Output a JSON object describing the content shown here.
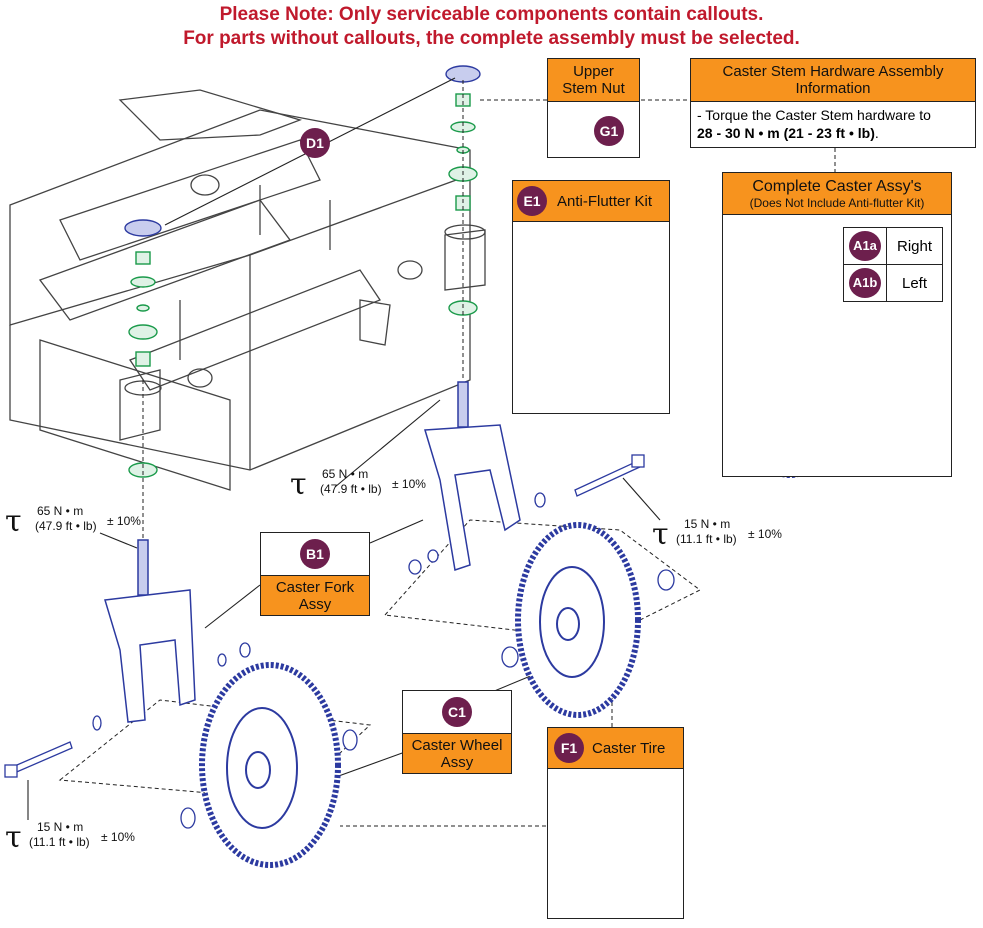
{
  "notes": [
    "Please Note: Only serviceable components contain callouts.",
    "For parts without callouts, the complete assembly must be selected."
  ],
  "colors": {
    "note": "#c0192c",
    "header": "#f7931e",
    "badge": "#6d1f4d",
    "part_green": "#1a9a4a",
    "part_blue": "#2c3aa0"
  },
  "callouts": {
    "upper_stem_nut": {
      "badge": "G1",
      "label_line1": "Upper",
      "label_line2": "Stem Nut"
    },
    "hardware_info": {
      "title_line1": "Caster Stem Hardware Assembly",
      "title_line2": "Information",
      "body": "- Torque the Caster Stem hardware to",
      "body_bold": "28 - 30 N • m (21 - 23 ft • lb)",
      "body_end": "."
    },
    "anti_flutter": {
      "badge": "E1",
      "label": "Anti-Flutter Kit"
    },
    "complete_caster": {
      "title": "Complete Caster Assy's",
      "subtitle": "(Does Not Include Anti-flutter Kit)",
      "rows": [
        {
          "badge": "A1a",
          "label": "Right"
        },
        {
          "badge": "A1b",
          "label": "Left"
        }
      ]
    },
    "frame_badge": {
      "badge": "D1"
    },
    "caster_fork": {
      "badge": "B1",
      "label_line1": "Caster Fork",
      "label_line2": "Assy"
    },
    "caster_wheel": {
      "badge": "C1",
      "label_line1": "Caster Wheel",
      "label_line2": "Assy"
    },
    "caster_tire": {
      "badge": "F1",
      "label": "Caster Tire"
    }
  },
  "torques": [
    {
      "symbol": "τ",
      "value": "65 N • m",
      "imperial": "(47.9 ft • lb)",
      "tol": "± 10%"
    },
    {
      "symbol": "τ",
      "value": "65 N • m",
      "imperial": "(47.9 ft • lb)",
      "tol": "± 10%"
    },
    {
      "symbol": "τ",
      "value": "15 N • m",
      "imperial": "(11.1 ft • lb)",
      "tol": "± 10%"
    },
    {
      "symbol": "τ",
      "value": "15 N • m",
      "imperial": "(11.1 ft • lb)",
      "tol": "± 10%"
    }
  ]
}
